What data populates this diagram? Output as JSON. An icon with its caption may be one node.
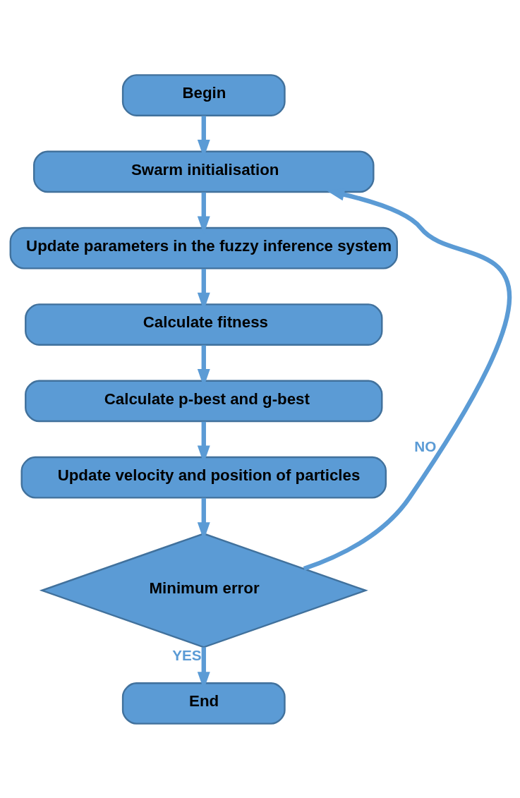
{
  "diagram": {
    "nodes": [
      {
        "text": [
          "Begin"
        ]
      },
      {
        "text": [
          "Swarm initialisation"
        ]
      },
      {
        "text": [
          "Update parameters in the fuzzy inference system"
        ]
      },
      {
        "text": [
          "Calculate fitness"
        ]
      },
      {
        "text": [
          "Calculate p-best and g-best"
        ]
      },
      {
        "text": [
          "Update velocity and position of particles"
        ]
      },
      {
        "text": [
          "Minimum error"
        ]
      },
      {
        "text": [
          "End"
        ]
      }
    ],
    "edges": [
      {
        "from": 0,
        "to": 1,
        "arrow": "to"
      },
      {
        "from": 1,
        "to": 2,
        "arrow": "to"
      },
      {
        "from": 2,
        "to": 3,
        "arrow": "to"
      },
      {
        "from": 3,
        "to": 4,
        "arrow": "to"
      },
      {
        "from": 4,
        "to": 5,
        "arrow": "to"
      },
      {
        "from": 5,
        "to": 6,
        "arrow": "to"
      },
      {
        "from": 6,
        "to": 1,
        "arrow": "to",
        "label": "NO"
      },
      {
        "from": 6,
        "to": 7,
        "arrow": "to",
        "label": "YES"
      }
    ]
  }
}
